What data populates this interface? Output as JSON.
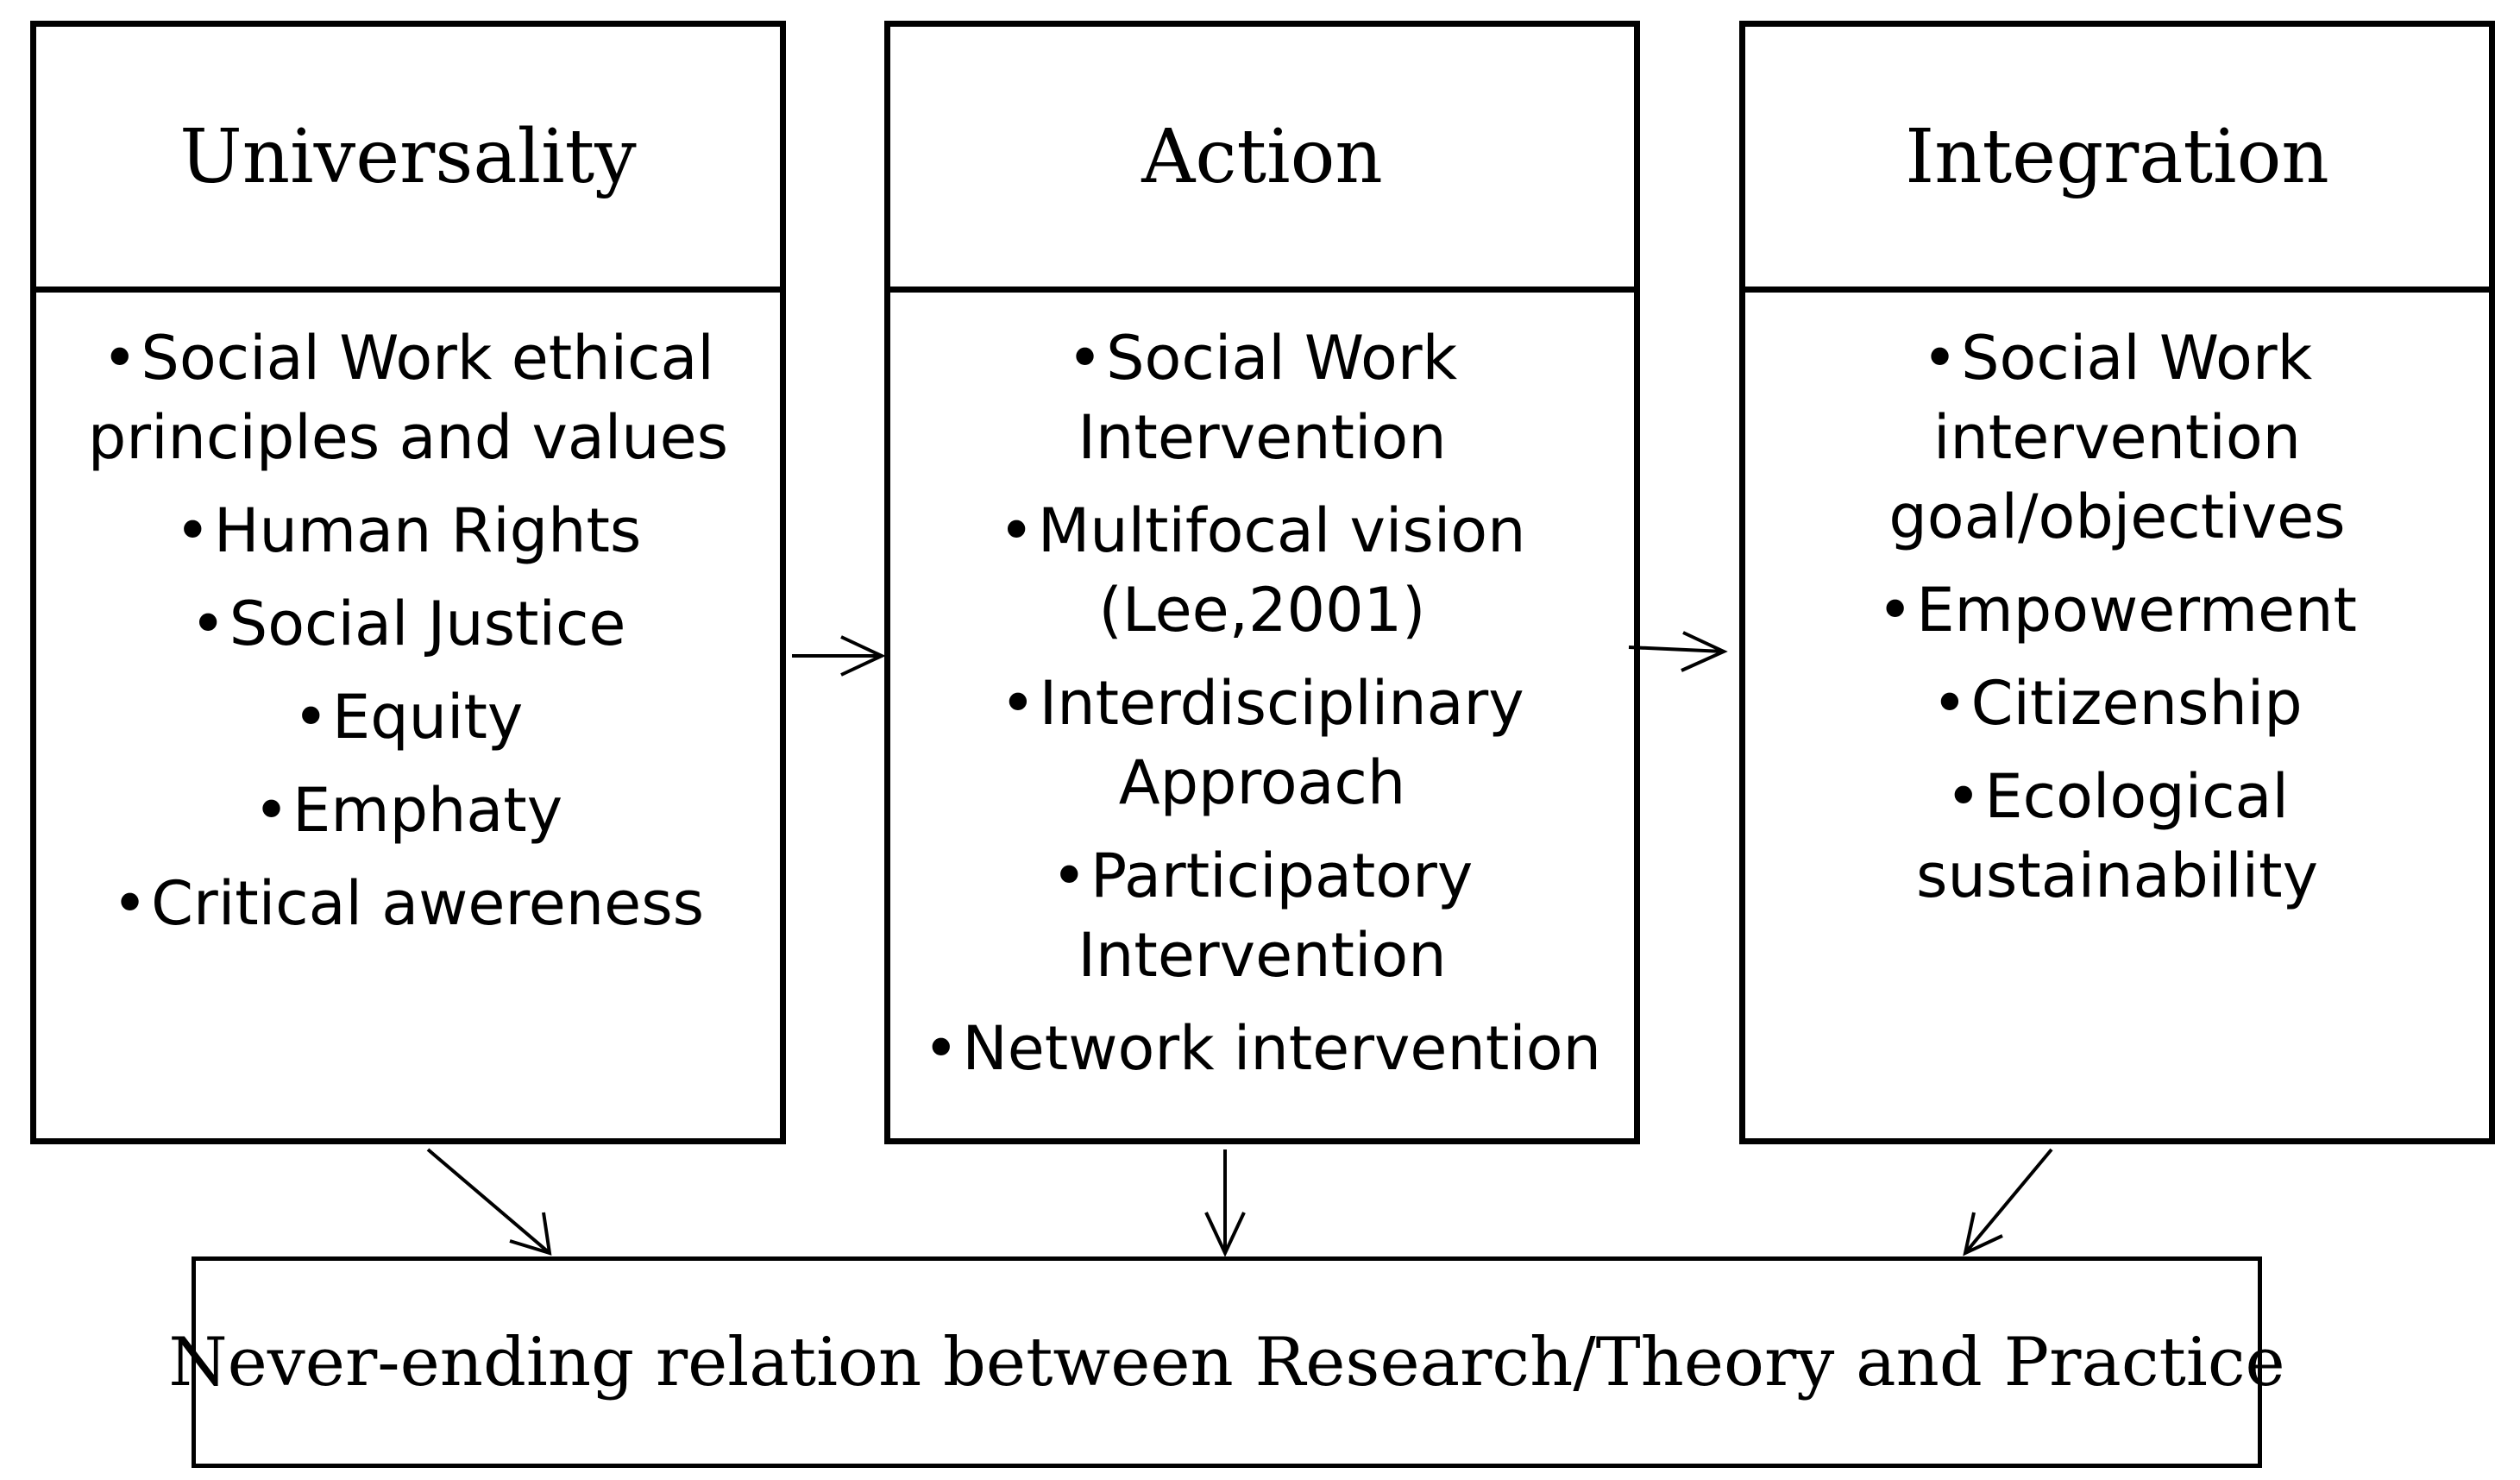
{
  "columns": [
    {
      "title": "Universality",
      "items": [
        {
          "lines": [
            "Social Work ethical",
            "principles and values"
          ]
        },
        {
          "lines": [
            "Human Rights"
          ]
        },
        {
          "lines": [
            "Social Justice"
          ]
        },
        {
          "lines": [
            "Equity"
          ]
        },
        {
          "lines": [
            "Emphaty"
          ]
        },
        {
          "lines": [
            "Critical awereness"
          ]
        }
      ]
    },
    {
      "title": "Action",
      "items": [
        {
          "lines": [
            "Social Work",
            "Intervention"
          ]
        },
        {
          "lines": [
            "Multifocal vision",
            "(Lee,2001)"
          ]
        },
        {
          "lines": [
            "Interdisciplinary",
            "Approach"
          ]
        },
        {
          "lines": [
            "Participatory",
            "Intervention"
          ]
        },
        {
          "lines": [
            "Network intervention"
          ]
        }
      ]
    },
    {
      "title": "Integration",
      "items": [
        {
          "lines": [
            "Social Work",
            "intervention",
            "goal/objectives"
          ]
        },
        {
          "lines": [
            "Empowerment"
          ]
        },
        {
          "lines": [
            "Citizenship"
          ]
        },
        {
          "lines": [
            "Ecological",
            "sustainability"
          ]
        }
      ]
    }
  ],
  "bullet_symbol": "•",
  "footer": {
    "text": "Never-ending relation between Research/Theory and Practice"
  }
}
